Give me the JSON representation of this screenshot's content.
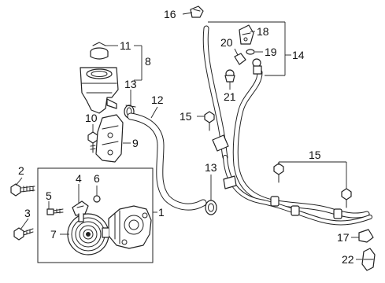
{
  "callouts": [
    {
      "id": "c1",
      "label": "1"
    },
    {
      "id": "c2",
      "label": "2"
    },
    {
      "id": "c3",
      "label": "3"
    },
    {
      "id": "c4",
      "label": "4"
    },
    {
      "id": "c5",
      "label": "5"
    },
    {
      "id": "c6",
      "label": "6"
    },
    {
      "id": "c7",
      "label": "7"
    },
    {
      "id": "c8",
      "label": "8"
    },
    {
      "id": "c9",
      "label": "9"
    },
    {
      "id": "c10",
      "label": "10"
    },
    {
      "id": "c11",
      "label": "11"
    },
    {
      "id": "c12",
      "label": "12"
    },
    {
      "id": "c13a",
      "label": "13"
    },
    {
      "id": "c13b",
      "label": "13"
    },
    {
      "id": "c14",
      "label": "14"
    },
    {
      "id": "c15a",
      "label": "15"
    },
    {
      "id": "c15b",
      "label": "15"
    },
    {
      "id": "c16",
      "label": "16"
    },
    {
      "id": "c17",
      "label": "17"
    },
    {
      "id": "c18",
      "label": "18"
    },
    {
      "id": "c19",
      "label": "19"
    },
    {
      "id": "c20",
      "label": "20"
    },
    {
      "id": "c21",
      "label": "21"
    },
    {
      "id": "c22",
      "label": "22"
    }
  ]
}
